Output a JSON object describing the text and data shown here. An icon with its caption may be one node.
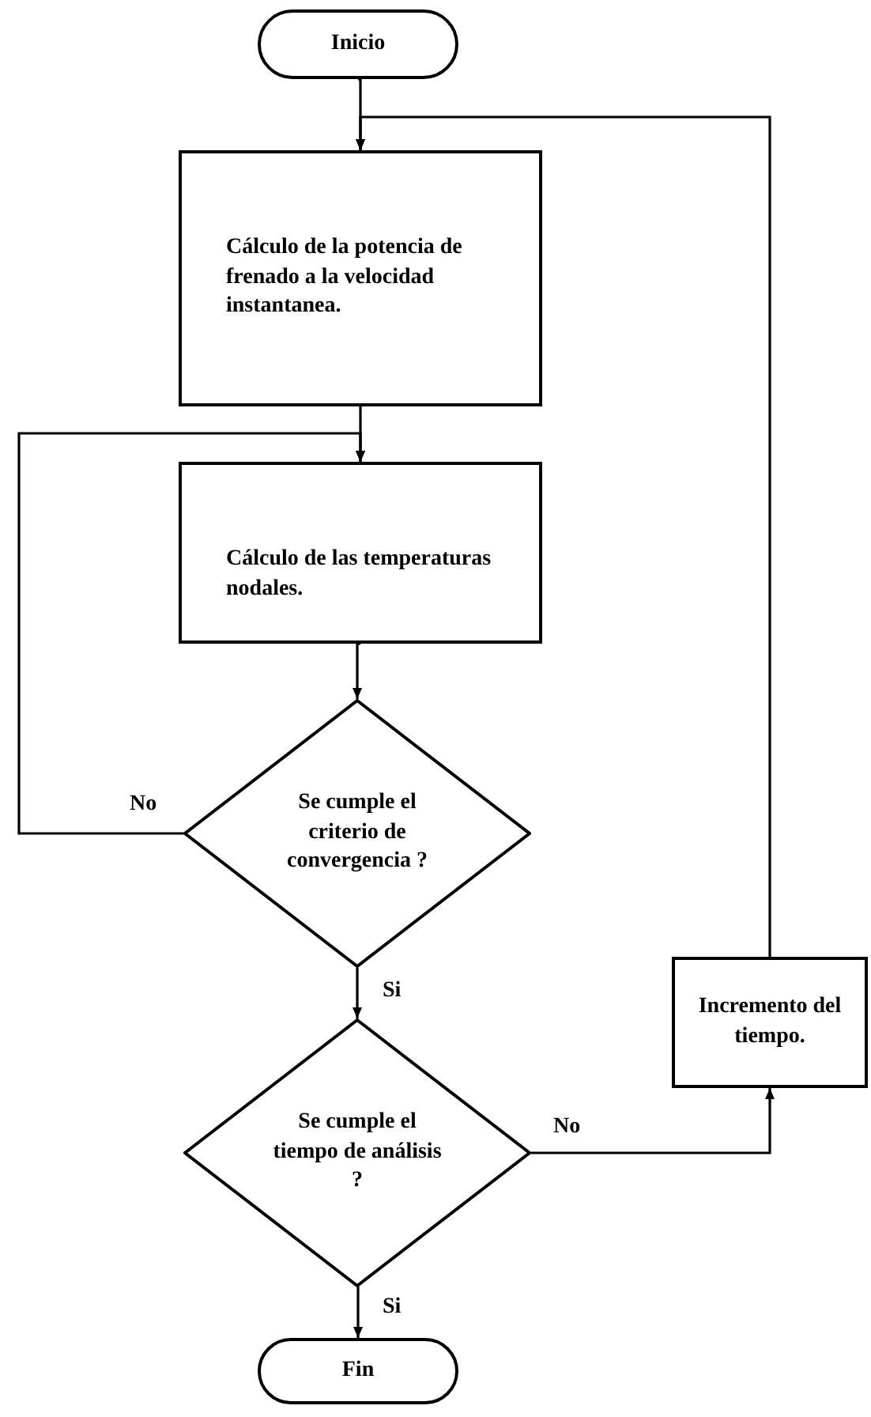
{
  "diagram": {
    "nodes": [
      {
        "text": [
          "Inicio"
        ]
      },
      {
        "text": [
          "Cálculo de la potencia de frenado a la velocidad instantanea."
        ]
      },
      {
        "text": [
          "Cálculo de las temperaturas nodales."
        ]
      },
      {
        "text": [
          "Se cumple el criterio de convergencia ?"
        ]
      },
      {
        "text": [
          "Se cumple el tiempo de análisis ?"
        ]
      },
      {
        "text": [
          "Incremento del tiempo."
        ]
      },
      {
        "text": [
          "Fin"
        ]
      }
    ],
    "edges": [
      {
        "from": 0,
        "to": 1,
        "arrow": "to"
      },
      {
        "from": 1,
        "to": 2,
        "arrow": "to"
      },
      {
        "from": 2,
        "to": 3,
        "arrow": "to"
      },
      {
        "from": 3,
        "to": 2,
        "arrow": "to",
        "label": "No"
      },
      {
        "from": 3,
        "to": 4,
        "arrow": "to",
        "label": "Si"
      },
      {
        "from": 4,
        "to": 6,
        "arrow": "to",
        "label": "Si"
      },
      {
        "from": 4,
        "to": 5,
        "arrow": "to",
        "label": "No"
      },
      {
        "from": 5,
        "to": 1,
        "arrow": "to"
      }
    ]
  }
}
